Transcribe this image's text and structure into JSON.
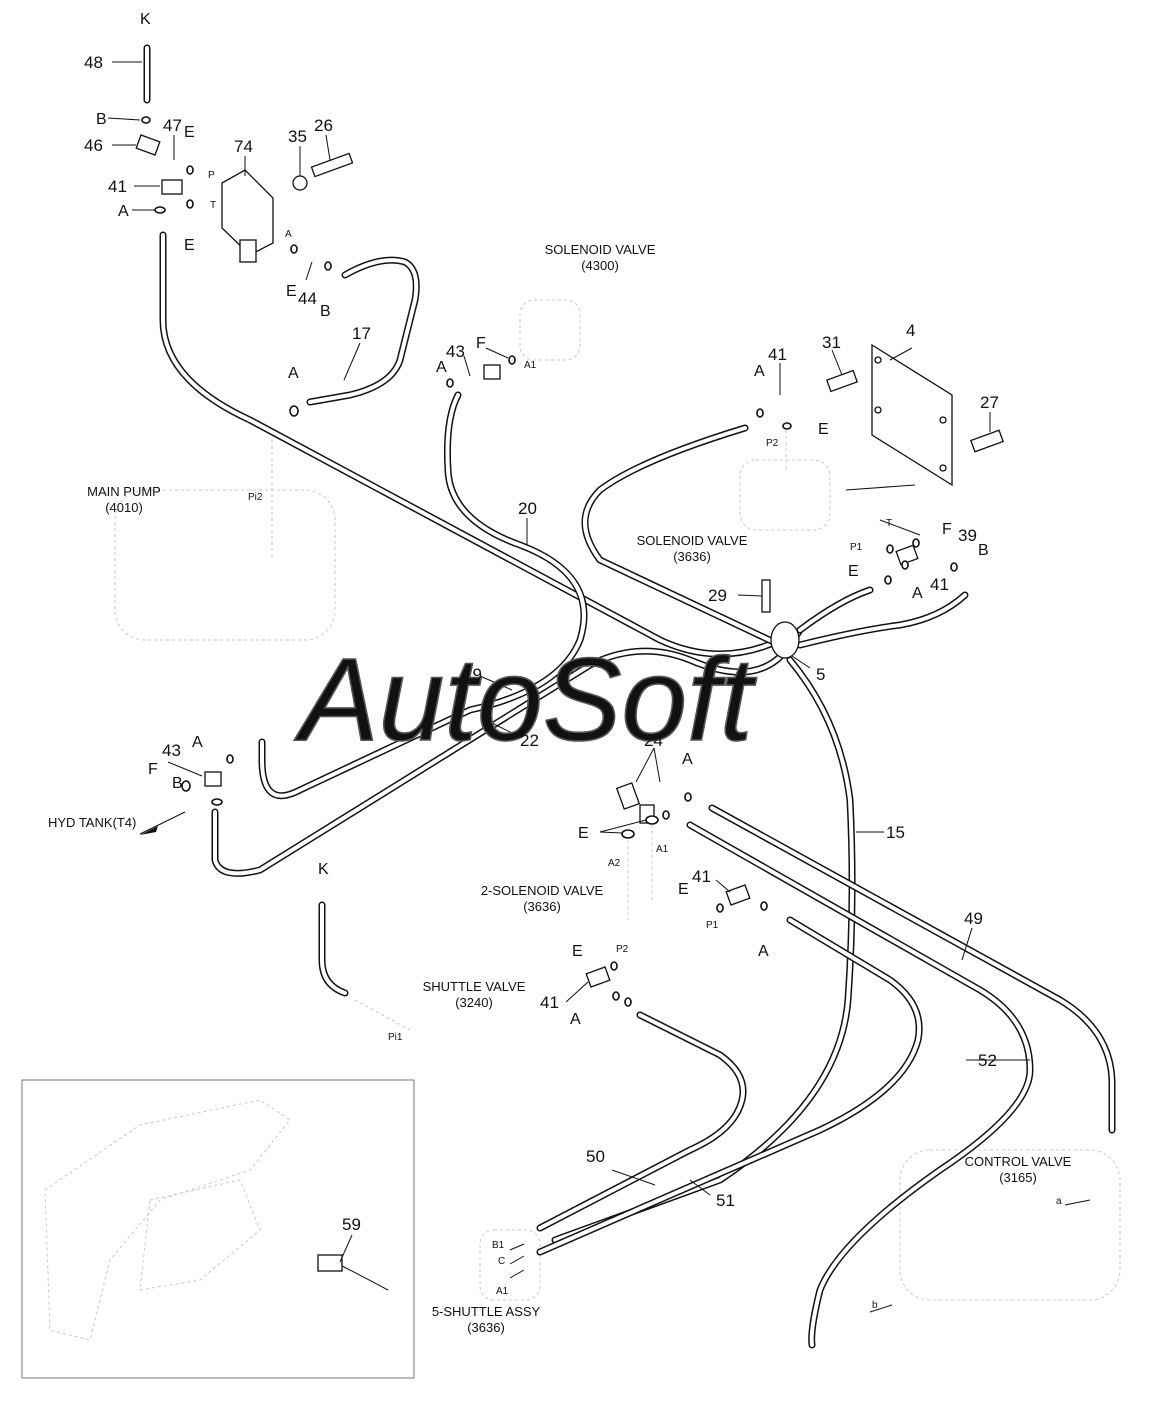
{
  "watermark": "AutoSoft",
  "components": {
    "solenoid_4300": {
      "name": "SOLENOID VALVE",
      "code": "(4300)"
    },
    "main_pump": {
      "name": "MAIN PUMP",
      "code": "(4010)"
    },
    "solenoid_3636": {
      "name": "SOLENOID VALVE",
      "code": "(3636)"
    },
    "hyd_tank": {
      "name": "HYD TANK(T4)"
    },
    "two_solenoid": {
      "name": "2-SOLENOID VALVE",
      "code": "(3636)"
    },
    "shuttle_valve": {
      "name": "SHUTTLE VALVE",
      "code": "(3240)"
    },
    "control_valve": {
      "name": "CONTROL VALVE",
      "code": "(3165)"
    },
    "five_shuttle": {
      "name": "5-SHUTTLE ASSY",
      "code": "(3636)"
    }
  },
  "part_numbers": {
    "p48": "48",
    "p46": "46",
    "p47": "47",
    "p74": "74",
    "p35": "35",
    "p26": "26",
    "p41a": "41",
    "p44": "44",
    "p17": "17",
    "p43a": "43",
    "p4": "4",
    "p31": "31",
    "p41b": "41",
    "p27": "27",
    "p20": "20",
    "p39": "39",
    "p41c": "41",
    "p29": "29",
    "p5": "5",
    "p19": "19",
    "p22": "22",
    "p43b": "43",
    "p24": "24",
    "p15": "15",
    "p41d": "41",
    "p49": "49",
    "p41e": "41",
    "p52": "52",
    "p50": "50",
    "p51": "51",
    "p59": "59"
  },
  "seal_letters": {
    "K1": "K",
    "B1": "B",
    "E1": "E",
    "A1": "A",
    "E2": "E",
    "E3": "E",
    "B2": "B",
    "A2": "A",
    "A3": "A",
    "F1": "F",
    "A4": "A",
    "E4": "E",
    "F2": "F",
    "B3": "B",
    "E5": "E",
    "A5": "A",
    "A6": "A",
    "F3": "F",
    "B4": "B",
    "A7": "A",
    "E6": "E",
    "E7": "E",
    "A8": "A",
    "E8": "E",
    "A9": "A",
    "K2": "K"
  },
  "port_labels": {
    "P": "P",
    "T": "T",
    "A": "A",
    "A1top": "A1",
    "P2top": "P2",
    "Pi2": "Pi2",
    "Tright": "T",
    "P1right": "P1",
    "A2": "A2",
    "A1mid": "A1",
    "P1mid": "P1",
    "P2low": "P2",
    "Pi1": "Pi1",
    "B1": "B1",
    "C": "C",
    "A1low": "A1",
    "a": "a",
    "b": "b"
  }
}
